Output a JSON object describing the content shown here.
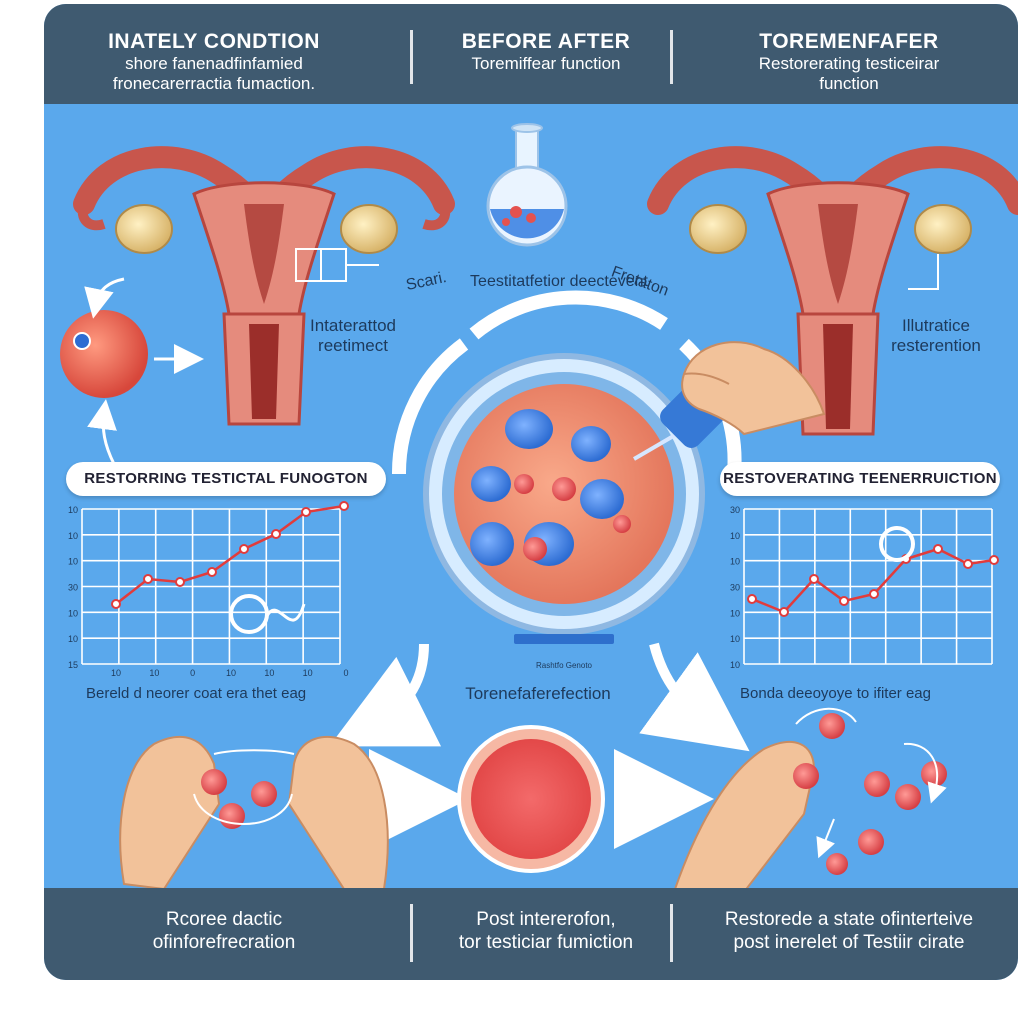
{
  "header": {
    "col1": {
      "title": "INATELY CONDTION",
      "line1": "shore fanenadfinfamied",
      "line2": "fronecarerractia fumaction."
    },
    "col2": {
      "title": "BEFORE AFTER",
      "line1": "Toremiffear function"
    },
    "col3": {
      "title": "TOREMENFAFER",
      "line1": "Restorerating testiceirar",
      "line2": "function"
    }
  },
  "labels": {
    "left_treatment": [
      "Intaterattod",
      "reetimect"
    ],
    "right_restoration": [
      "Illutratice",
      "resterention"
    ],
    "arc_text_1": "Scari.",
    "arc_text_2": "Teestitatfetior deectevent",
    "arc_text_3": "Fretaton",
    "left_pill": "RESTORRING TESTICTAL FUNOGTON",
    "right_pill": "RESTOVERATING TEENERRUICTION",
    "left_chart_caption": "Bereld d neorer coat era thet eag",
    "right_chart_caption": "Bonda deeoyoye to ifiter eag",
    "center_caption": "Torenefaferefection",
    "dish_label": "Rashtfo Genoto"
  },
  "footer": {
    "col1": {
      "line1": "Rcoree dactic",
      "line2": "ofinforefrecration"
    },
    "col2": {
      "line1": "Post intererofon,",
      "line2": "tor testiciar fumiction"
    },
    "col3": {
      "line1": "Restorede a state ofinterteive",
      "line2": "post inerelet of Testiir cirate"
    }
  },
  "left_axis_ticks": [
    "10",
    "10",
    "10",
    "30",
    "10",
    "10",
    "15"
  ],
  "left_x_ticks": [
    "10",
    "10",
    "0",
    "10",
    "10",
    "10",
    "0"
  ],
  "right_axis_ticks": [
    "30",
    "10",
    "10",
    "30",
    "10",
    "10",
    "10"
  ],
  "colors": {
    "background": "#5aa8ec",
    "band": "#3f5a70",
    "cell_blue": "#3e7fd8",
    "cell_red": "#e2565a",
    "tissue": "#f08d70"
  },
  "icons": [
    "uterus-illustration",
    "flask-icon",
    "egg-cell-icon",
    "petri-dish-icon",
    "pipette-hand-icon",
    "hands-icon",
    "arrow-icon"
  ]
}
